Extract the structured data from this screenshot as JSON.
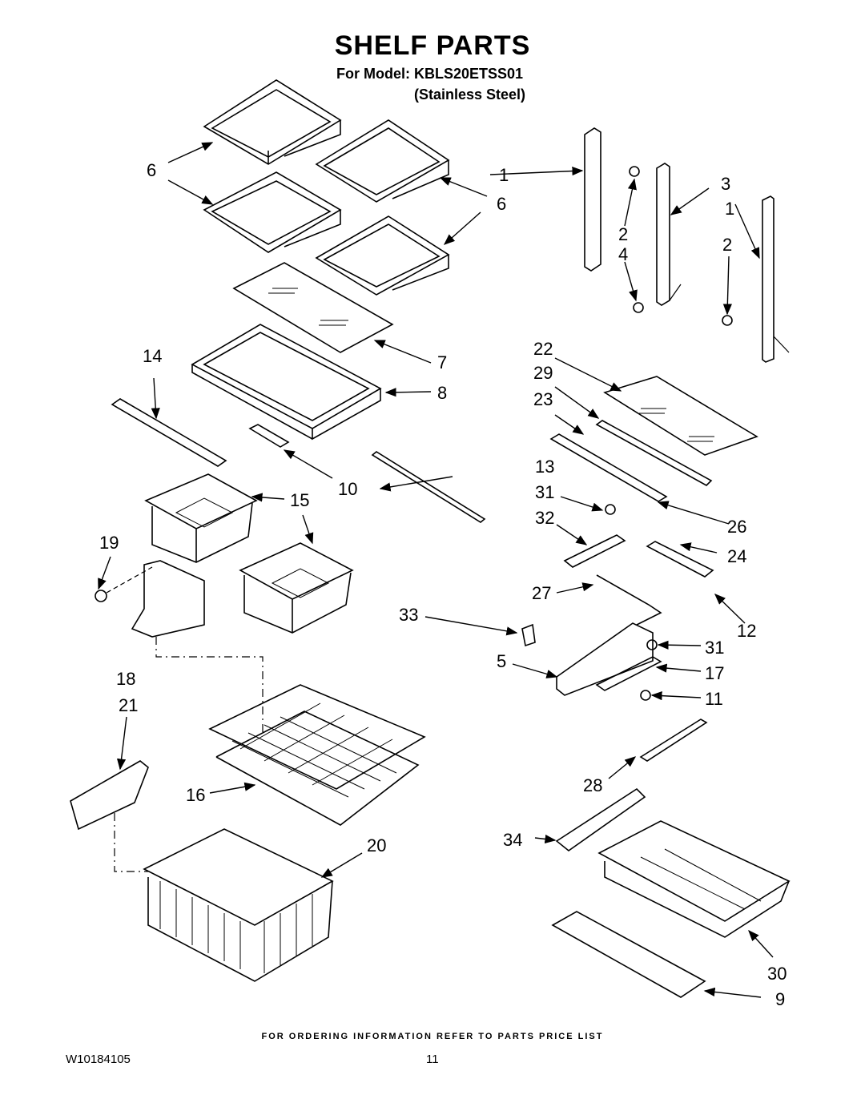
{
  "header": {
    "title": "SHELF PARTS",
    "model_line": "For Model: KBLS20ETSS01",
    "finish_line": "(Stainless Steel)"
  },
  "callouts": [
    "6",
    "6",
    "1",
    "3",
    "1",
    "2",
    "4",
    "2",
    "6",
    "14",
    "7",
    "22",
    "8",
    "29",
    "23",
    "10",
    "13",
    "15",
    "31",
    "32",
    "26",
    "19",
    "24",
    "27",
    "12",
    "33",
    "31",
    "5",
    "17",
    "18",
    "11",
    "21",
    "28",
    "16",
    "34",
    "20",
    "30",
    "9"
  ],
  "footer": {
    "ordering_note": "FOR ORDERING INFORMATION REFER TO PARTS PRICE LIST",
    "doc_number": "W10184105",
    "page_number": "11"
  }
}
